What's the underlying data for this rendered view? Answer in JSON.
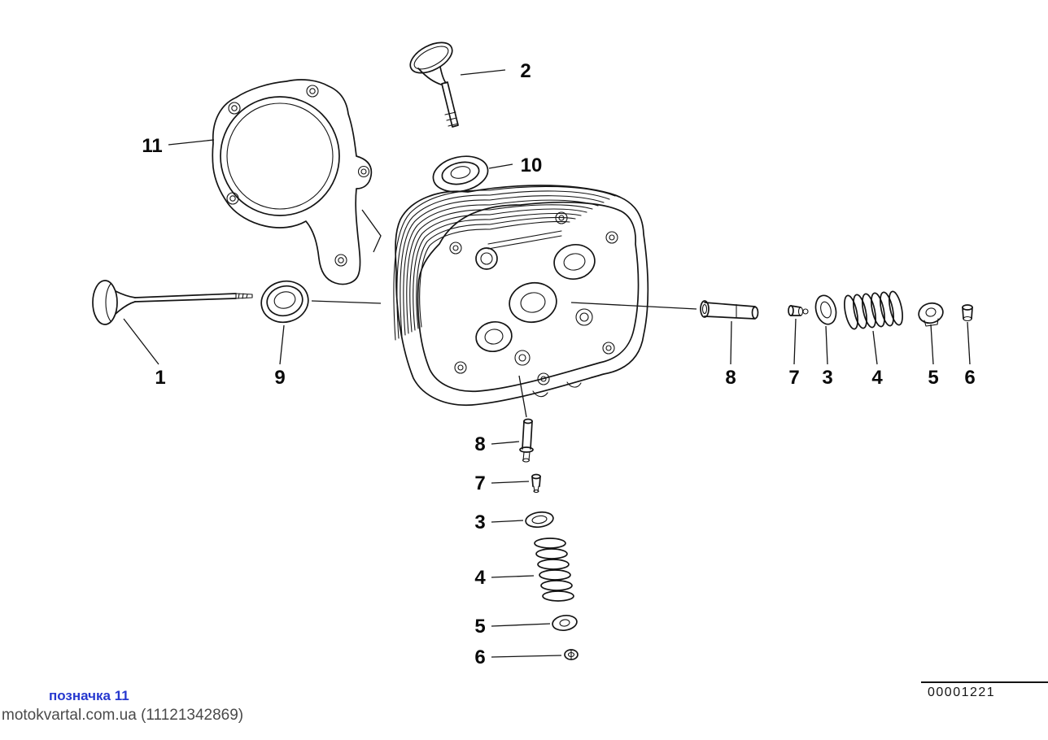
{
  "footer": {
    "mark_text": "позначка 11",
    "watermark": "motokvartal.com.ua (11121342869)",
    "diagram_number": "00001221"
  },
  "callouts": {
    "valve_top": "2",
    "seal_top": "10",
    "gasket": "11",
    "valve_left": "1",
    "seal_left": "9",
    "guide_right": "8",
    "fitting_right": "7",
    "seat_right": "3",
    "spring_right": "4",
    "retainer_right": "5",
    "keeper_right": "6",
    "guide_bottom": "8",
    "fitting_bottom": "7",
    "seat_bottom": "3",
    "spring_bottom": "4",
    "retainer_bottom": "5",
    "keeper_bottom": "6"
  },
  "colors": {
    "line": "#141414",
    "mark_blue": "#2638cf",
    "watermark_gray": "#4a4a4a"
  }
}
